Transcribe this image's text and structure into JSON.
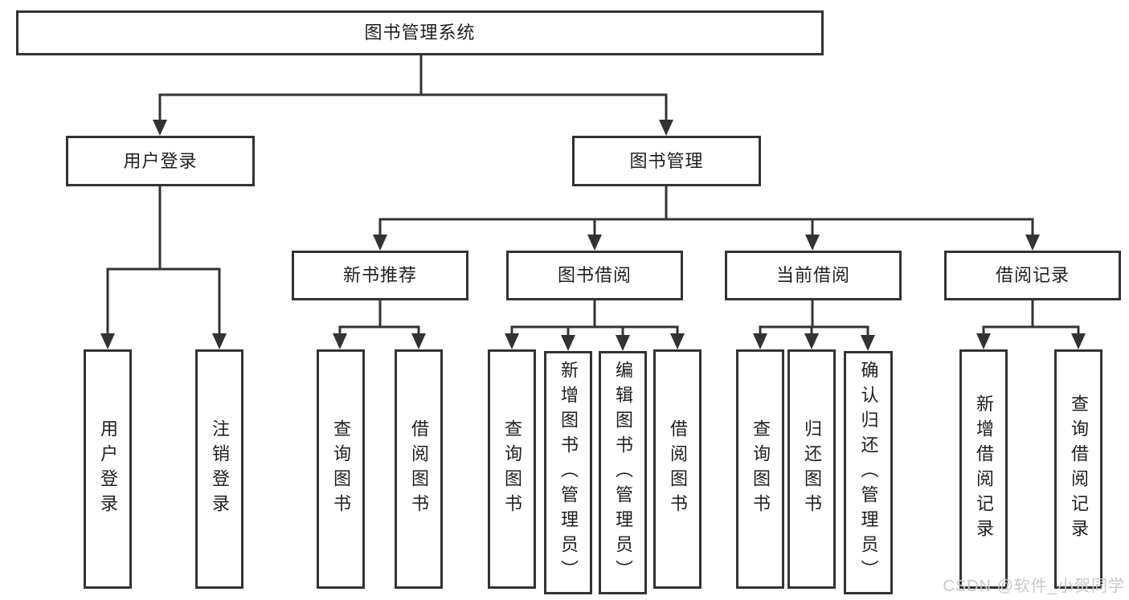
{
  "diagram": {
    "root": {
      "label": "图书管理系统"
    },
    "level2": {
      "user_login": {
        "label": "用户登录"
      },
      "book_management": {
        "label": "图书管理"
      }
    },
    "level3": {
      "new_book_recommend": {
        "label": "新书推荐"
      },
      "book_borrowing": {
        "label": "图书借阅"
      },
      "current_borrowing": {
        "label": "当前借阅"
      },
      "borrowing_records": {
        "label": "借阅记录"
      }
    },
    "leaves": {
      "user_login_leaf": {
        "label": "用户登录"
      },
      "logout": {
        "label": "注销登录"
      },
      "query_books_recommend": {
        "label": "查询图书"
      },
      "borrow_books_recommend": {
        "label": "借阅图书"
      },
      "query_books_borrowing": {
        "label": "查询图书"
      },
      "add_books_admin": {
        "label": "新增图书（管理员）"
      },
      "edit_books_admin": {
        "label": "编辑图书（管理员）"
      },
      "borrow_books_borrowing": {
        "label": "借阅图书"
      },
      "query_books_current": {
        "label": "查询图书"
      },
      "return_books": {
        "label": "归还图书"
      },
      "confirm_return_admin": {
        "label": "确认归还（管理员）"
      },
      "add_borrow_record": {
        "label": "新增借阅记录"
      },
      "query_borrow_record": {
        "label": "查询借阅记录"
      }
    }
  },
  "watermark": {
    "text": "CSDN @软件_小贺同学"
  },
  "colors": {
    "line": "#333333",
    "box_border": "#333333",
    "box_background": "#ffffff",
    "text": "#1f1f1f",
    "watermark": "#c9c9c9"
  }
}
